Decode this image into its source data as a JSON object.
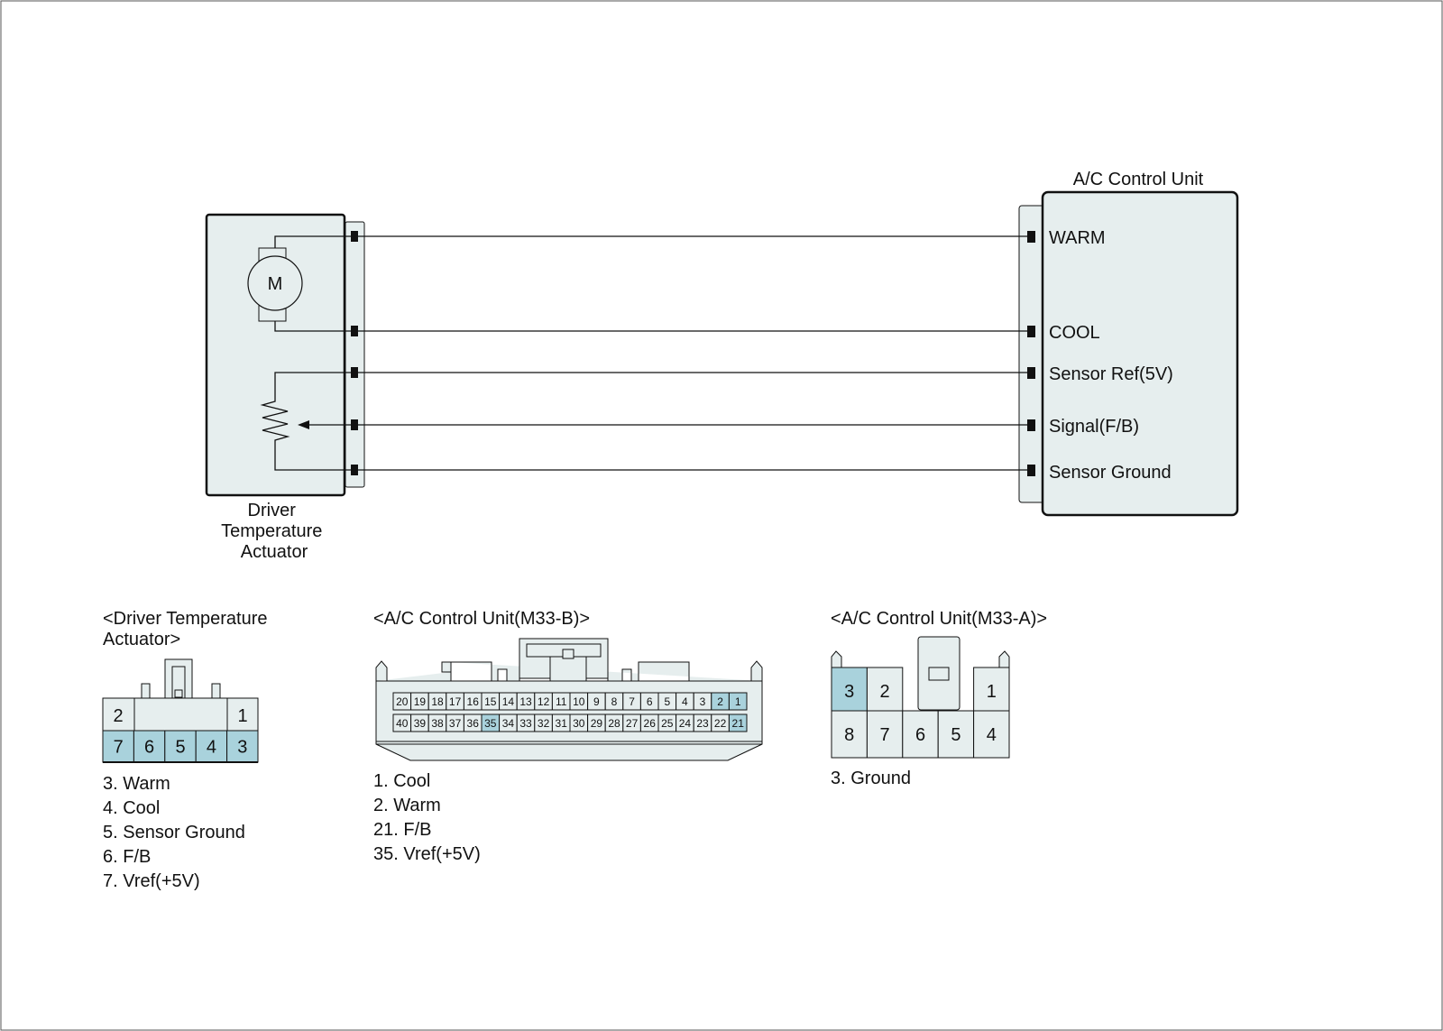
{
  "diagram": {
    "actuator": {
      "title_lines": [
        "Driver",
        "Temperature",
        "Actuator"
      ],
      "motor_symbol": "M"
    },
    "control_unit": {
      "title": "A/C Control Unit",
      "terminals": [
        "WARM",
        "COOL",
        "Sensor Ref(5V)",
        "Signal(F/B)",
        "Sensor Ground"
      ]
    }
  },
  "connectors": {
    "actuator": {
      "title_lines": [
        "<Driver Temperature",
        "Actuator>"
      ],
      "top_row": [
        "2",
        "1"
      ],
      "bottom_row": [
        "7",
        "6",
        "5",
        "4",
        "3"
      ],
      "highlighted": [
        "7",
        "6",
        "5",
        "4",
        "3"
      ],
      "legend": [
        "3. Warm",
        "4. Cool",
        "5. Sensor Ground",
        "6. F/B",
        "7. Vref(+5V)"
      ]
    },
    "m33b": {
      "title": "<A/C Control Unit(M33-B)>",
      "top_row": [
        "20",
        "19",
        "18",
        "17",
        "16",
        "15",
        "14",
        "13",
        "12",
        "11",
        "10",
        "9",
        "8",
        "7",
        "6",
        "5",
        "4",
        "3",
        "2",
        "1"
      ],
      "bottom_row": [
        "40",
        "39",
        "38",
        "37",
        "36",
        "35",
        "34",
        "33",
        "32",
        "31",
        "30",
        "29",
        "28",
        "27",
        "26",
        "25",
        "24",
        "23",
        "22",
        "21"
      ],
      "highlighted": [
        "2",
        "1",
        "35",
        "21"
      ],
      "legend": [
        "1. Cool",
        "2. Warm",
        "21. F/B",
        "35. Vref(+5V)"
      ]
    },
    "m33a": {
      "title": "<A/C Control Unit(M33-A)>",
      "top_row": [
        "3",
        "2",
        "1"
      ],
      "bottom_row": [
        "8",
        "7",
        "6",
        "5",
        "4"
      ],
      "highlighted": [
        "3"
      ],
      "legend": [
        "3. Ground"
      ]
    }
  },
  "colors": {
    "fill": "#e6eeee",
    "highlight": "#a9d2dc",
    "line": "#111111"
  }
}
